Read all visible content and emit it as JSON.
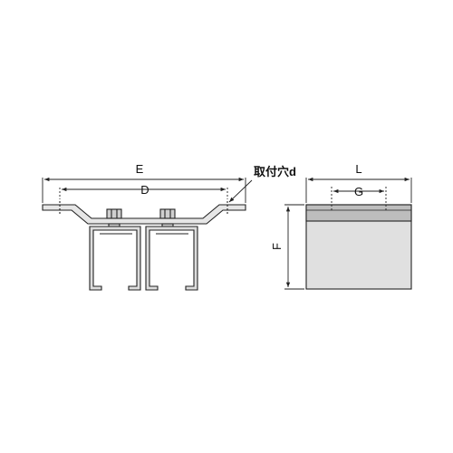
{
  "labels": {
    "E": "E",
    "D": "D",
    "hole": "取付穴d",
    "L": "L",
    "G": "G",
    "F": "F"
  },
  "colors": {
    "line": "#222222",
    "fill_light": "#d6d6d6",
    "fill_band": "#bdbdbd",
    "fill_panel": "#e2e2e2"
  }
}
